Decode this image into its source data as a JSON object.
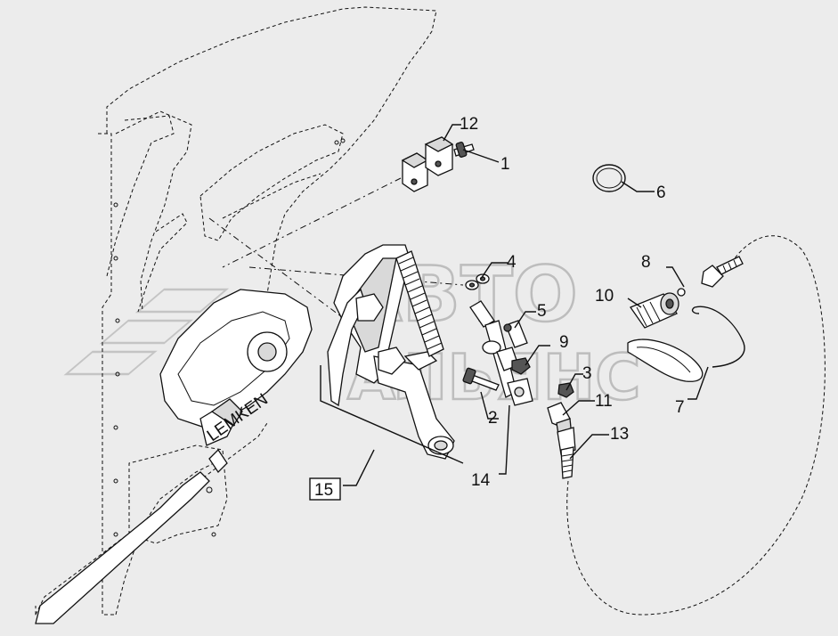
{
  "diagram": {
    "watermark": {
      "line1": "АВТО",
      "line2": "АЛЬЯНС"
    },
    "brand_label": "LEMKEN",
    "callouts": [
      {
        "id": "c1",
        "label": "1"
      },
      {
        "id": "c2",
        "label": "2"
      },
      {
        "id": "c3",
        "label": "3"
      },
      {
        "id": "c4",
        "label": "4"
      },
      {
        "id": "c5",
        "label": "5"
      },
      {
        "id": "c6",
        "label": "6"
      },
      {
        "id": "c7",
        "label": "7"
      },
      {
        "id": "c8",
        "label": "8"
      },
      {
        "id": "c9",
        "label": "9"
      },
      {
        "id": "c10",
        "label": "10"
      },
      {
        "id": "c11",
        "label": "11"
      },
      {
        "id": "c12",
        "label": "12"
      },
      {
        "id": "c13",
        "label": "13"
      },
      {
        "id": "c14",
        "label": "14"
      },
      {
        "id": "c15",
        "label": "15"
      }
    ]
  }
}
